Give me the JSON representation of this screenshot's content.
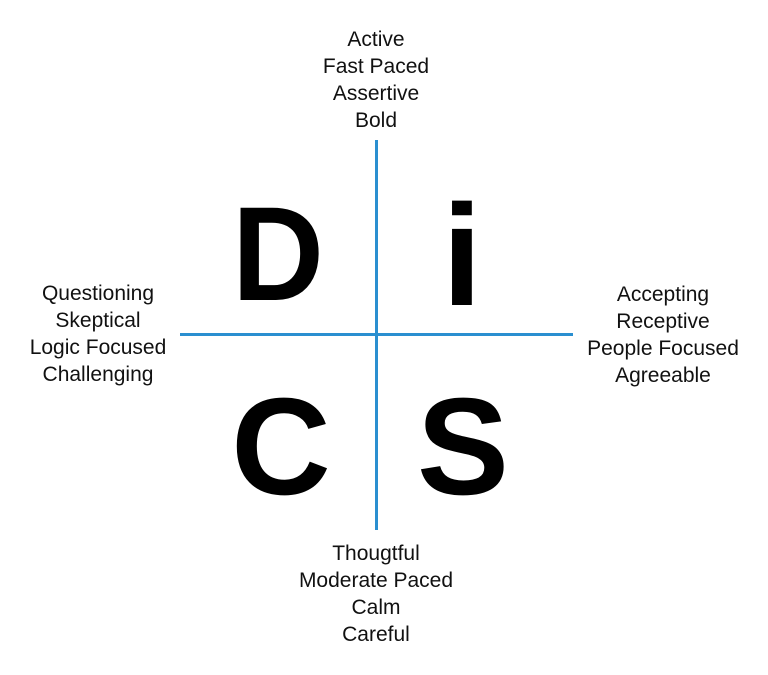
{
  "colors": {
    "axis": "#2a8fd0",
    "text": "#111111",
    "letters": "#000000"
  },
  "quadrants": {
    "top_left": "D",
    "top_right": "i",
    "bottom_left": "C",
    "bottom_right": "S"
  },
  "axes": {
    "top": [
      "Active",
      "Fast Paced",
      "Assertive",
      "Bold"
    ],
    "bottom": [
      "Thougtful",
      "Moderate Paced",
      "Calm",
      "Careful"
    ],
    "left": [
      "Questioning",
      "Skeptical",
      "Logic Focused",
      "Challenging"
    ],
    "right": [
      "Accepting",
      "Receptive",
      "People Focused",
      "Agreeable"
    ]
  }
}
